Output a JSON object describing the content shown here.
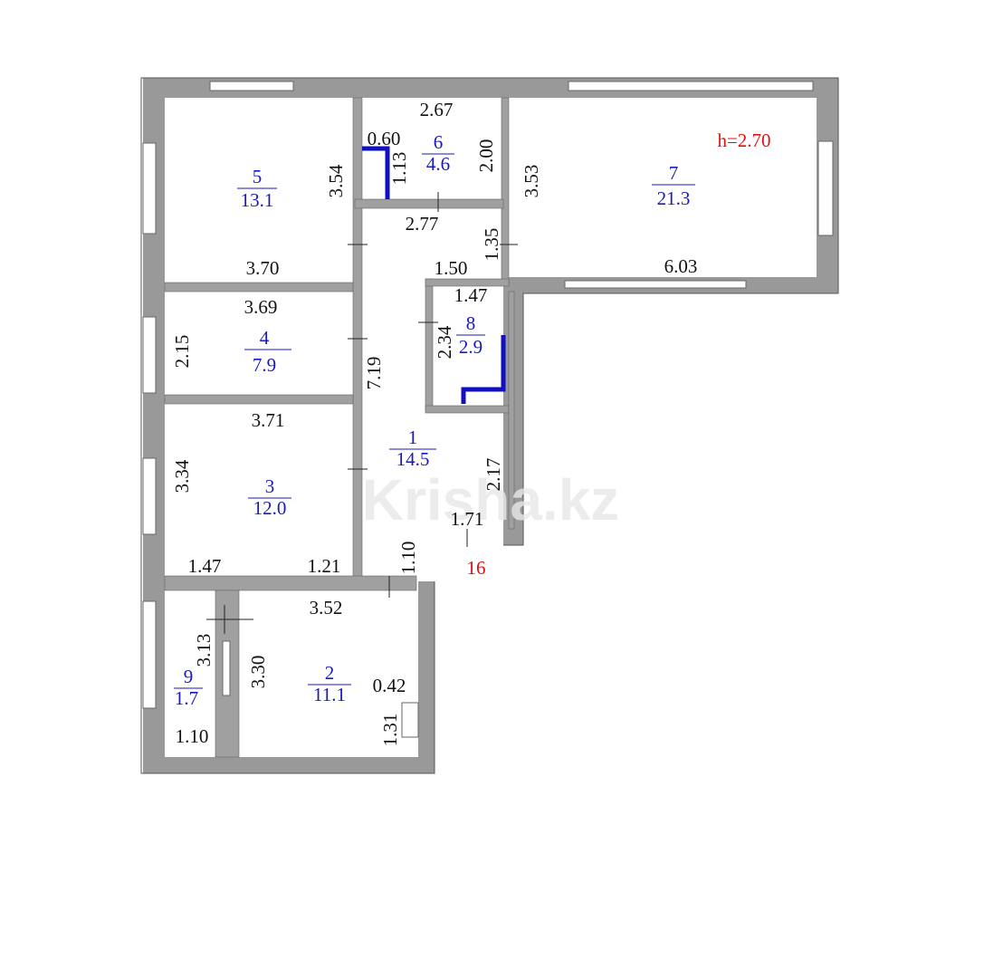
{
  "colors": {
    "wall": "#999999",
    "room_label": "#1a1ab8",
    "height_note": "#e01010",
    "plumbing": "#1010c0",
    "dimension_text": "#111111"
  },
  "height_note": "h=2.70",
  "watermark": "Krisha.kz",
  "entrance_number": "16",
  "rooms": [
    {
      "number": "1",
      "area": "14.5"
    },
    {
      "number": "2",
      "area": "11.1"
    },
    {
      "number": "3",
      "area": "12.0"
    },
    {
      "number": "4",
      "area": "7.9"
    },
    {
      "number": "5",
      "area": "13.1"
    },
    {
      "number": "6",
      "area": "4.6"
    },
    {
      "number": "7",
      "area": "21.3"
    },
    {
      "number": "8",
      "area": "2.9"
    },
    {
      "number": "9",
      "area": "1.7"
    }
  ],
  "dimensions": {
    "r5_height": "3.54",
    "r5_width": "3.70",
    "r6_top": "2.67",
    "r6_niche_w": "0.60",
    "r6_niche_h": "1.13",
    "r6_height": "2.00",
    "r7_height": "3.53",
    "r7_width": "6.03",
    "hall_top": "2.77",
    "hall_step_h": "1.35",
    "hall_step_w": "1.50",
    "r8_width": "1.47",
    "r8_height": "2.34",
    "r4_width": "3.69",
    "r4_height": "2.15",
    "hall_length": "7.19",
    "r3_width": "3.71",
    "r3_height": "3.34",
    "hall_right_h": "2.17",
    "entry_width": "1.71",
    "hall_bottom_h": "1.10",
    "r3_bottom_left": "1.47",
    "r3_bottom_right": "1.21",
    "r2_width": "3.52",
    "r9_height": "3.13",
    "r2_height": "3.30",
    "niche_width": "0.42",
    "niche_height": "1.31",
    "r9_width": "1.10"
  }
}
